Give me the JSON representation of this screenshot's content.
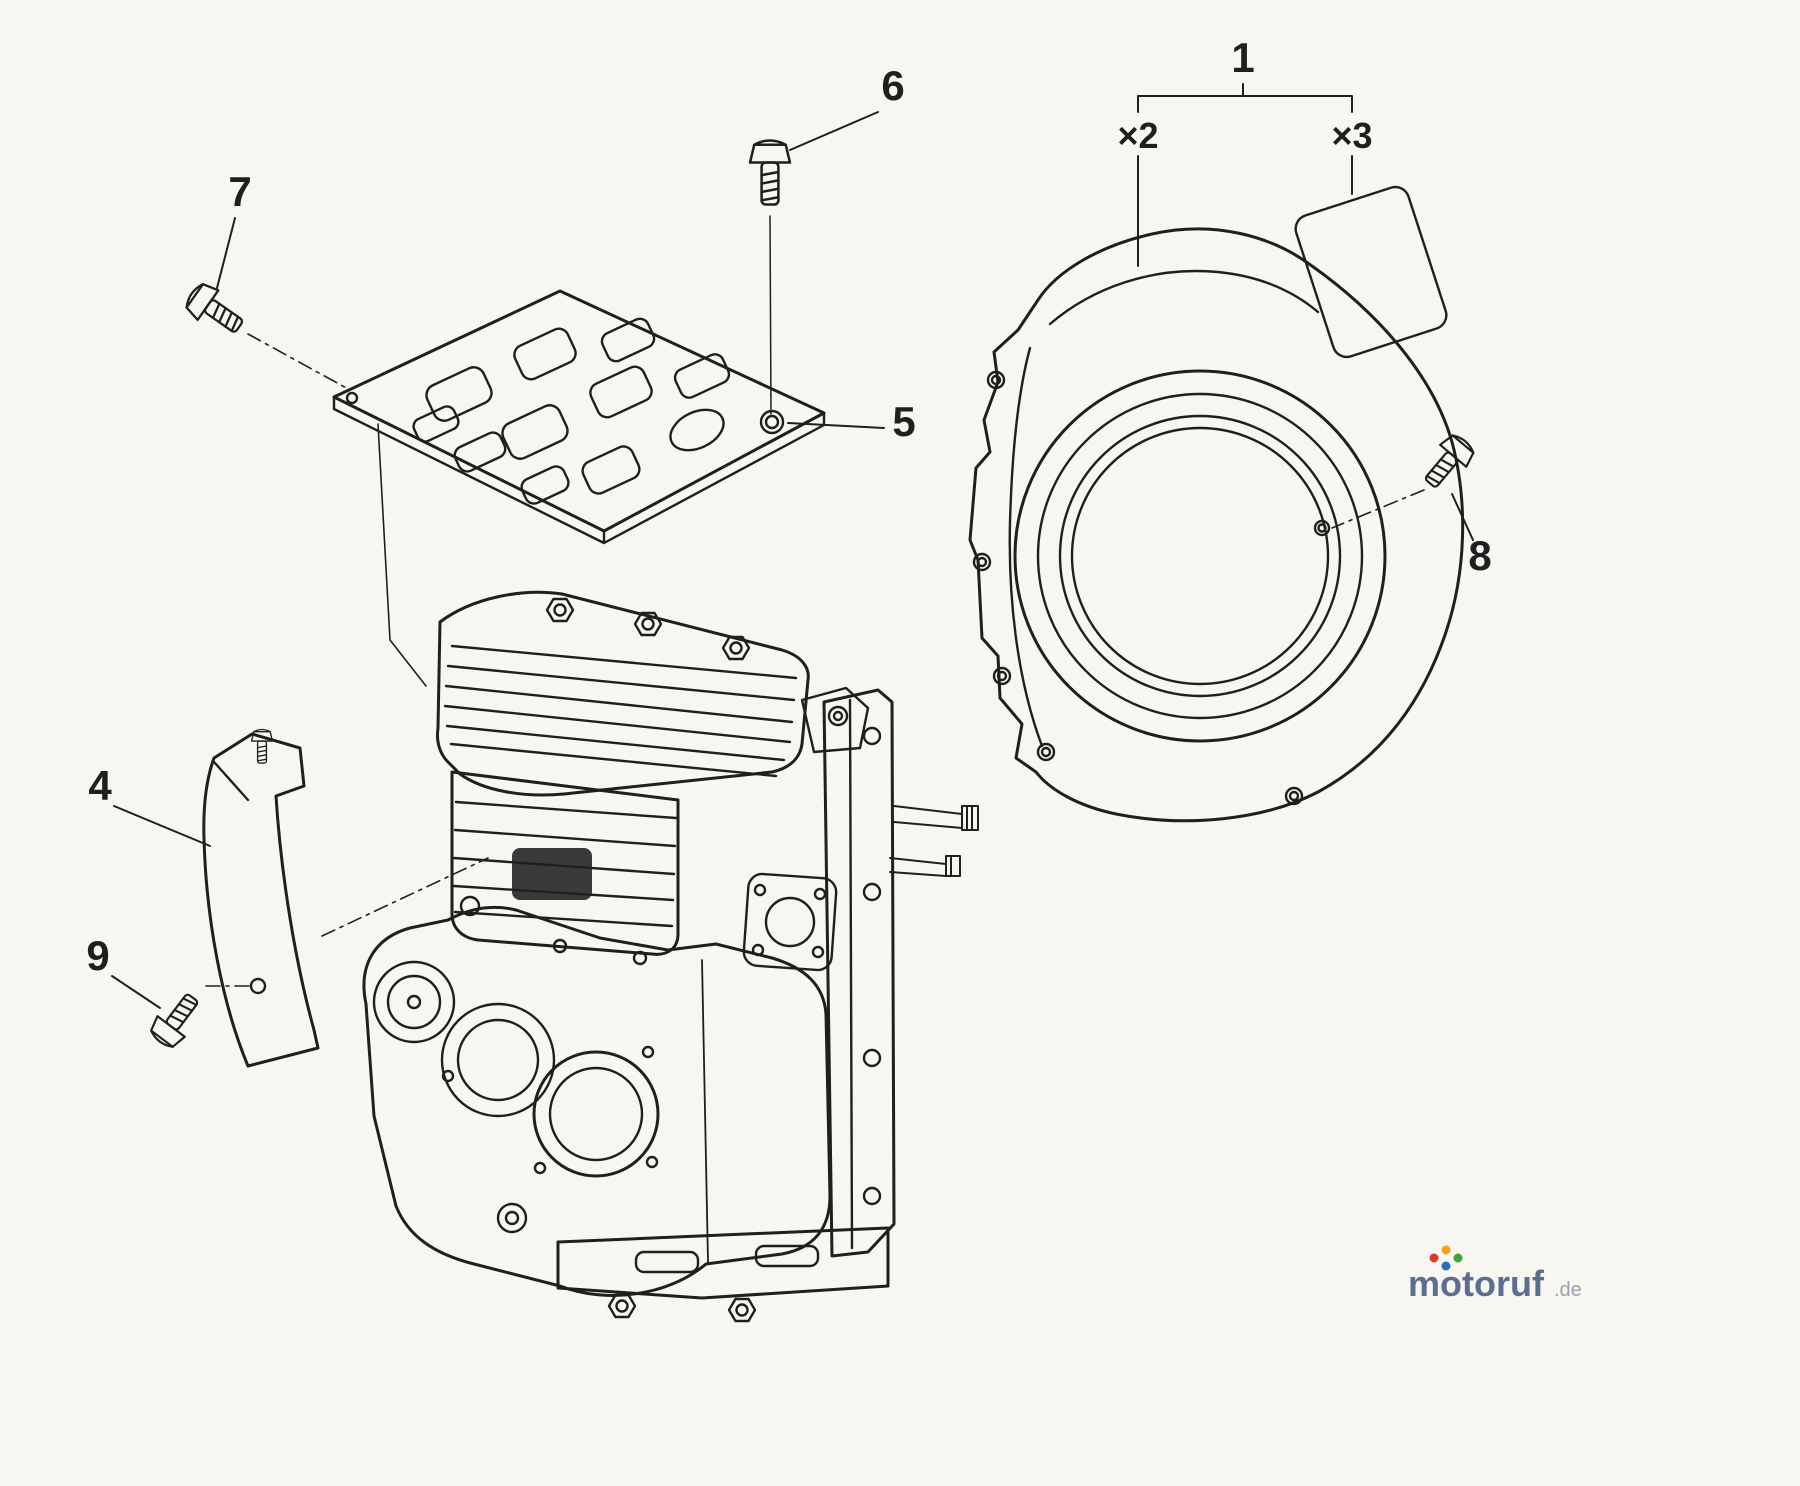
{
  "page": {
    "background": "#f7f6f1",
    "line_color": "#1f1f1f"
  },
  "diagram": {
    "callouts": {
      "item1": {
        "label": "1"
      },
      "item4": {
        "label": "4"
      },
      "item5": {
        "label": "5"
      },
      "item6": {
        "label": "6"
      },
      "item7": {
        "label": "7"
      },
      "item8": {
        "label": "8"
      },
      "item9": {
        "label": "9"
      }
    },
    "quantities": {
      "x2": {
        "label": "×2"
      },
      "x3": {
        "label": "×3"
      }
    }
  },
  "watermark": {
    "brand": "motoruf",
    "tld": ".de",
    "brand_color": "#5c6d90",
    "tld_color": "#9aa2b1",
    "dot_colors": {
      "red": "#e03a2f",
      "orange": "#f5a11c",
      "green": "#3fa535",
      "blue": "#2f6db5"
    }
  }
}
